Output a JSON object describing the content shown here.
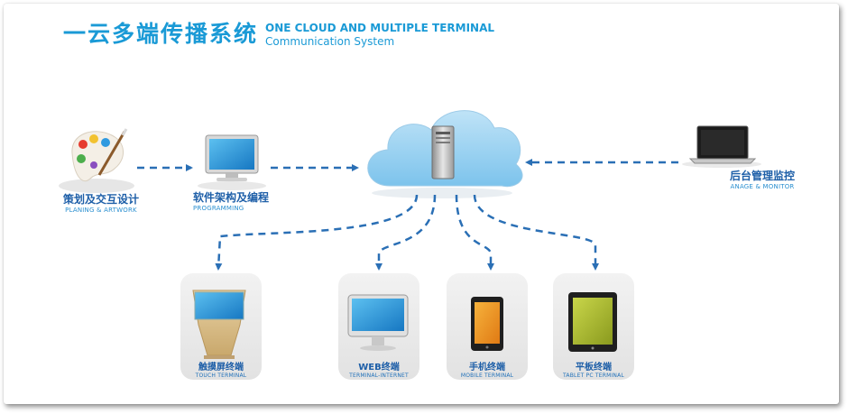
{
  "title": {
    "zh": "一云多端传播系统",
    "en_line1": "ONE CLOUD AND MULTIPLE TERMINAL",
    "en_line2": "Communication System"
  },
  "nodes": {
    "planning": {
      "zh": "策划及交互设计",
      "en": "PLANING & ARTWORK"
    },
    "programming": {
      "zh": "软件架构及编程",
      "en": "PROGRAMMING"
    },
    "monitor": {
      "zh": "后台管理监控",
      "en": "ANAGE & MONITOR"
    }
  },
  "terminals": [
    {
      "zh": "触摸屏终端",
      "en": "TOUCH TERMINAL"
    },
    {
      "zh": "WEB终端",
      "en": "TERMINAL-INTERNET"
    },
    {
      "zh": "手机终端",
      "en": "MOBILE TERMINAL"
    },
    {
      "zh": "平板终端",
      "en": "TABLET PC TERMINAL"
    }
  ],
  "colors": {
    "accent": "#1a9ad6",
    "label": "#1e5fa8",
    "arrow": "#2a6fb5"
  }
}
